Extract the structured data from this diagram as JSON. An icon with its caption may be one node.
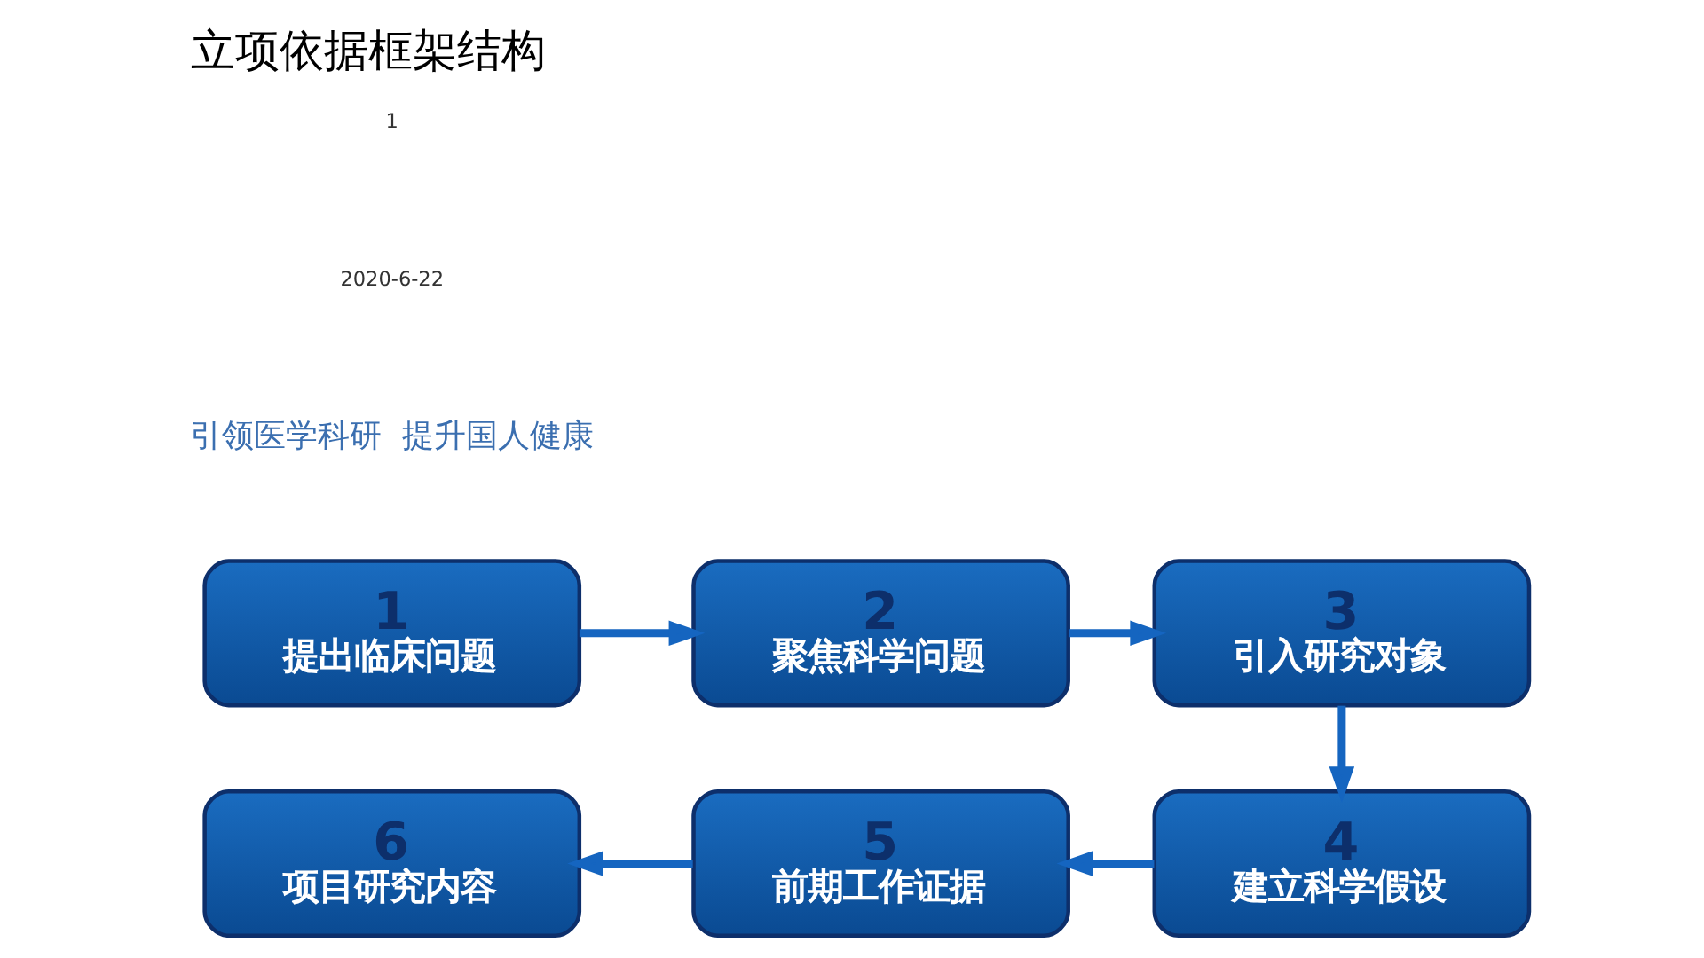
{
  "diagram": {
    "title": "立项依据框架结构",
    "nodes": [
      {
        "text": [
          "1",
          "提出临床问题"
        ]
      },
      {
        "text": [
          "2",
          "聚焦科学问题"
        ]
      },
      {
        "text": [
          "3",
          "引入研究对象"
        ]
      },
      {
        "text": [
          "4",
          "建立科学假设"
        ]
      },
      {
        "text": [
          "5",
          "前期工作证据"
        ]
      },
      {
        "text": [
          "6",
          "项目研究内容"
        ]
      }
    ],
    "edges": [
      {
        "from": 0,
        "to": 1,
        "arrow": "to"
      },
      {
        "from": 1,
        "to": 2,
        "arrow": "to"
      },
      {
        "from": 2,
        "to": 3,
        "arrow": "to"
      },
      {
        "from": 3,
        "to": 4,
        "arrow": "to"
      },
      {
        "from": 4,
        "to": 5,
        "arrow": "to"
      }
    ],
    "labels": [
      "引领医学科研  提升国人健康",
      "2020-6-22",
      "1"
    ]
  }
}
